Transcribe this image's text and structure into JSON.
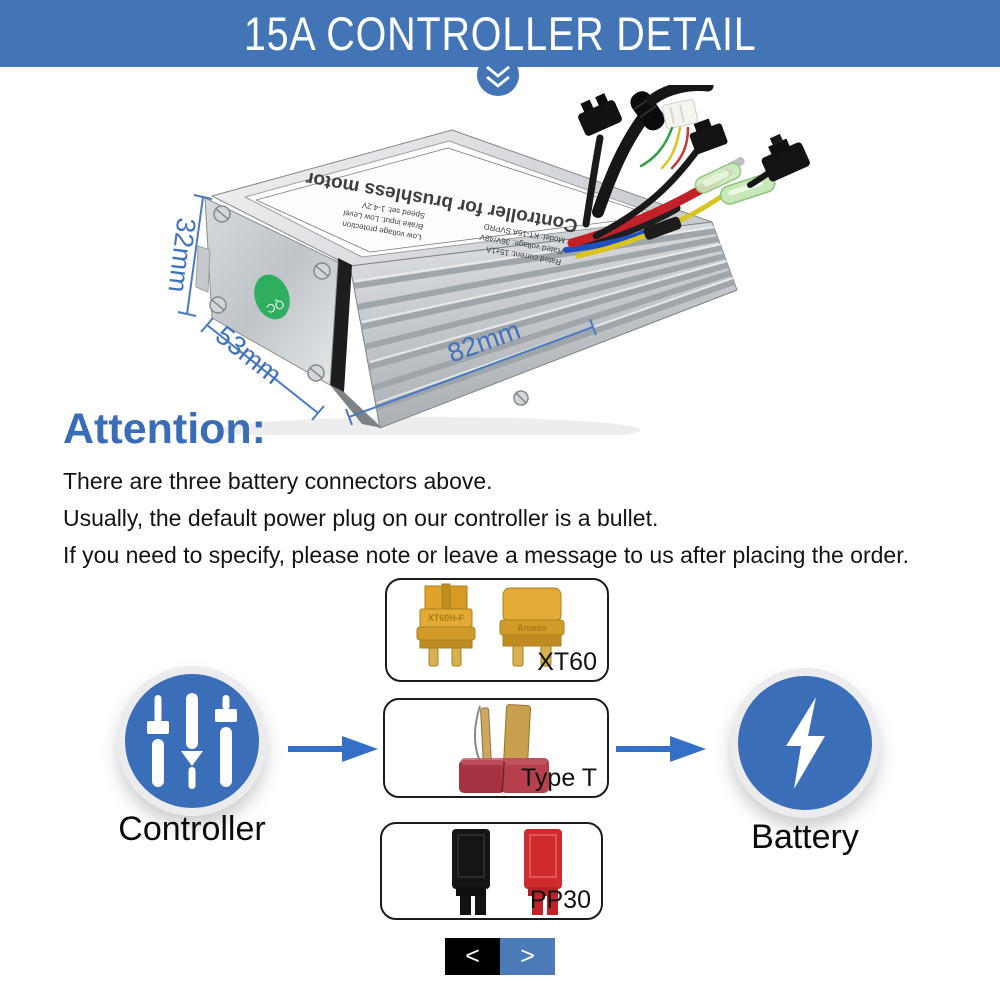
{
  "header": {
    "title": "15A CONTROLLER DETAIL"
  },
  "hero": {
    "box_label": {
      "title": "Controller for brushless motor",
      "specs": [
        "Model: KT-15A SVPRD",
        "Rated voltage: 36V/48V",
        "Rated current: 15±1A",
        "Speed set: 1-4.2V",
        "Brake input: Low Level",
        "Low voltage protection"
      ],
      "qc_badge": "QC"
    },
    "dimensions": {
      "height": "32mm",
      "depth": "53mm",
      "length": "82mm"
    }
  },
  "attention": {
    "heading": "Attention:",
    "lines": [
      "There are three battery connectors above.",
      "Usually, the default power plug on our controller is a bullet.",
      "If you need to specify, please note or leave a message to us after placing the order."
    ]
  },
  "diagram": {
    "source_label": "Controller",
    "target_label": "Battery",
    "connectors": [
      {
        "label": "XT60",
        "markings": [
          "XT60H-F",
          "Amass"
        ]
      },
      {
        "label": "Type T",
        "markings": []
      },
      {
        "label": "PP30",
        "markings": []
      }
    ]
  },
  "pager": {
    "prev": "<",
    "next": ">"
  },
  "colors": {
    "banner_blue": "#4274b6",
    "accent_blue": "#3a6db8",
    "dimension_blue": "#4a7ac2",
    "icon_blue": "#3b6eb8",
    "qc_green": "#2fae60",
    "xt60_amber": "#e3aa35",
    "t_plug_red": "#b23642",
    "pp30_red": "#cf2b2f",
    "pp30_black": "#151515"
  }
}
